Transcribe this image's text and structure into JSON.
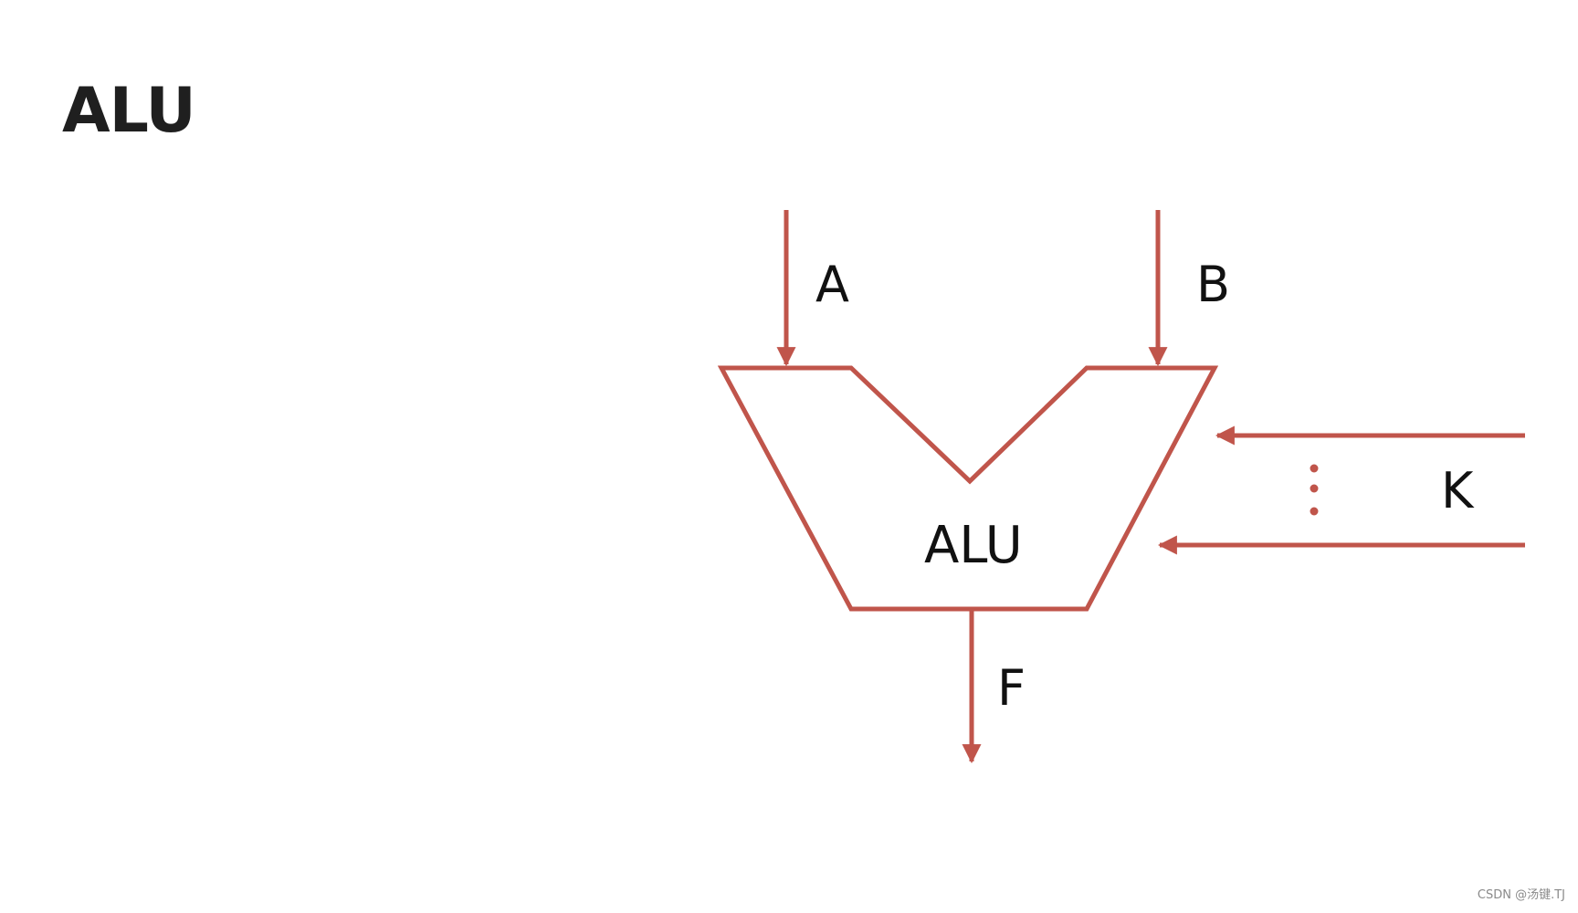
{
  "title": "ALU",
  "diagram": {
    "inputs": {
      "a": "A",
      "b": "B",
      "k": "K"
    },
    "unit_label": "ALU",
    "output": "F",
    "ellipsis_glyph": "vertical-ellipsis"
  },
  "colors": {
    "wire": "#c0554b",
    "text": "#111111"
  },
  "watermark": "CSDN @汤键.TJ"
}
